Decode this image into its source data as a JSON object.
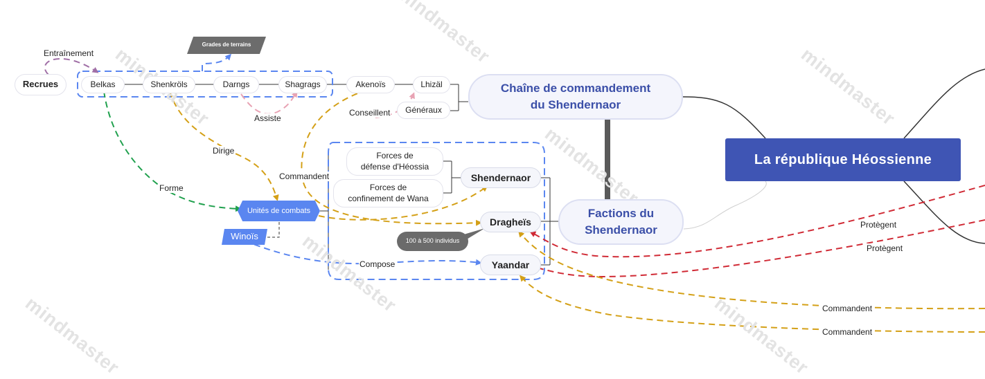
{
  "central": "La république Héossienne",
  "chain": {
    "title_line1": "Chaîne de commandement",
    "title_line2": "du Shendernaor",
    "nodes": {
      "recrues": "Recrues",
      "belkas": "Belkas",
      "shenkrols": "Shenkröls",
      "darngs": "Darngs",
      "shagrags": "Shagrags",
      "akenois": "Akenoïs",
      "lhizal": "Lhizäl",
      "generaux": "Généraux"
    },
    "grades_tag": "Grades de terrains"
  },
  "factions": {
    "title_line1": "Factions du",
    "title_line2": "Shendernaor",
    "shendernaor": "Shendernaor",
    "forces_heossia_line1": "Forces de",
    "forces_heossia_line2": "défense d'Héossia",
    "forces_wana_line1": "Forces de",
    "forces_wana_line2": "confinement de Wana",
    "dragheis": "Dragheïs",
    "yaandar": "Yaandar",
    "callout": "100 à 500 individus"
  },
  "units": "Unités de combats",
  "winois": "Winoïs",
  "relations": {
    "entrainement": "Entraînement",
    "assiste": "Assiste",
    "conseillent": "Conseillent",
    "dirige": "Dirige",
    "forme": "Forme",
    "commandent_left": "Commandent",
    "compose": "Compose",
    "protegent_1": "Protègent",
    "protegent_2": "Protègent",
    "commandent_1": "Commandent",
    "commandent_2": "Commandent"
  },
  "watermark": "mindmaster",
  "colors": {
    "central": "#3f55b4",
    "level2_text": "#3b4fa8",
    "blue_dash": "#5a86f0",
    "orange_dash": "#d4a017",
    "red_dash": "#d02a35",
    "green_dash": "#1fa04d",
    "pink_dash": "#e8a3b4",
    "purple_dash": "#a06fa6"
  }
}
